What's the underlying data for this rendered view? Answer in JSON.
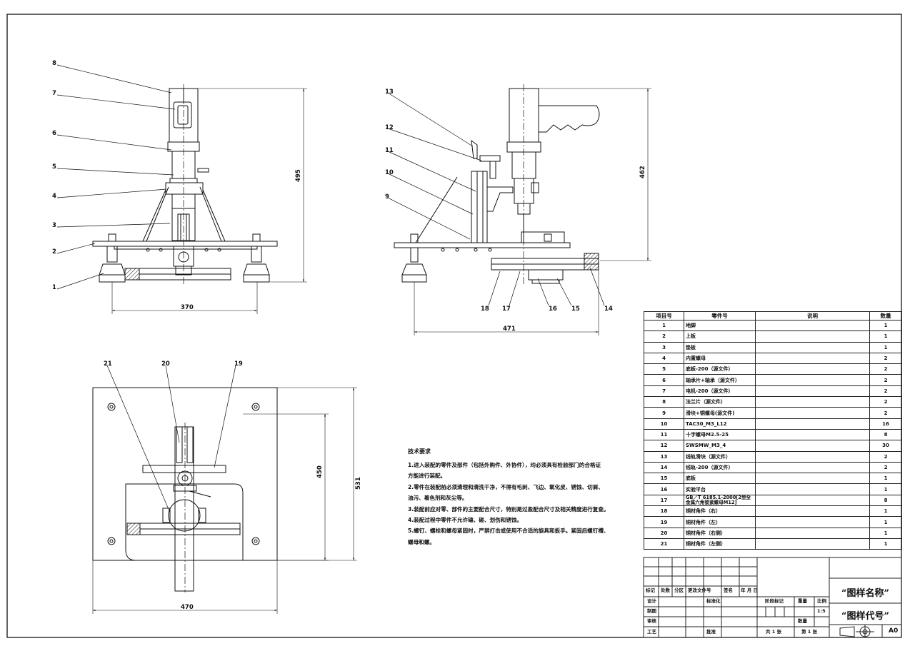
{
  "balloons": {
    "b1": "1",
    "b2": "2",
    "b3": "3",
    "b4": "4",
    "b5": "5",
    "b6": "6",
    "b7": "7",
    "b8": "8",
    "b9": "9",
    "b10": "10",
    "b11": "11",
    "b12": "12",
    "b13": "13",
    "b14": "14",
    "b15": "15",
    "b16": "16",
    "b17": "17",
    "b18": "18",
    "b19": "19",
    "b20": "20",
    "b21": "21"
  },
  "dimensions": {
    "front_height": "495",
    "front_width": "370",
    "side_height": "462",
    "side_width": "471",
    "top_width": "470",
    "top_height_outer": "531",
    "top_height_inner": "450"
  },
  "tech": {
    "title": "技术要求",
    "items": [
      "1.进入装配的零件及部件（包括外购件、外协件），均必须具有检验部门的合格证",
      "方能进行装配。",
      "2.零件在装配前必须清理和清洗干净，不得有毛刺、飞边、氧化皮、锈蚀、切屑、",
      "油污、着色剂和灰尘等。",
      "3.装配前应对零、部件的主要配合尺寸，特别是过盈配合尺寸及相关精度进行复查。",
      "4.装配过程中零件不允许磕、碰、划伤和锈蚀。",
      "5.螺钉、螺栓和螺母紧固时，严禁打击或使用不合适的旋具和扳手。紧固后螺钉槽、",
      "螺母和螺。"
    ]
  },
  "bom": {
    "headers": [
      "项目号",
      "零件号",
      "说明",
      "数量"
    ],
    "rows": [
      {
        "no": "1",
        "part": "地脚",
        "desc": "",
        "qty": "1"
      },
      {
        "no": "2",
        "part": "上板",
        "desc": "",
        "qty": "1"
      },
      {
        "no": "3",
        "part": "垫板",
        "desc": "",
        "qty": "1"
      },
      {
        "no": "4",
        "part": "内置螺母",
        "desc": "",
        "qty": "2"
      },
      {
        "no": "5",
        "part": "底板-200（源文件）",
        "desc": "",
        "qty": "2"
      },
      {
        "no": "6",
        "part": "轴承片+轴承（源文件）",
        "desc": "",
        "qty": "2"
      },
      {
        "no": "7",
        "part": "电机-200（源文件）",
        "desc": "",
        "qty": "2"
      },
      {
        "no": "8",
        "part": "法兰片（源文件）",
        "desc": "",
        "qty": "2"
      },
      {
        "no": "9",
        "part": "滑块+铜螺母(源文件)",
        "desc": "",
        "qty": "2"
      },
      {
        "no": "10",
        "part": "TAC30_M3_L12",
        "desc": "",
        "qty": "16"
      },
      {
        "no": "11",
        "part": "十字螺母M2.5-25",
        "desc": "",
        "qty": "8"
      },
      {
        "no": "12",
        "part": "SWSMW_M3_4",
        "desc": "",
        "qty": "30"
      },
      {
        "no": "13",
        "part": "线轨滑块（源文件）",
        "desc": "",
        "qty": "2"
      },
      {
        "no": "14",
        "part": "线轨-200（源文件）",
        "desc": "",
        "qty": "2"
      },
      {
        "no": "15",
        "part": "底板",
        "desc": "",
        "qty": "1"
      },
      {
        "no": "16",
        "part": "实验平台",
        "desc": "",
        "qty": "1"
      },
      {
        "no": "17",
        "part": "GB／T 6185.1-2000[2型全金属六角锁紧螺母M12]",
        "desc": "",
        "qty": "8"
      },
      {
        "no": "18",
        "part": "铜材角件（右）",
        "desc": "",
        "qty": "1"
      },
      {
        "no": "19",
        "part": "铜材角件（左）",
        "desc": "",
        "qty": "1"
      },
      {
        "no": "20",
        "part": "铜材角件（右侧）",
        "desc": "",
        "qty": "1"
      },
      {
        "no": "21",
        "part": "铜材角件（左侧）",
        "desc": "",
        "qty": "1"
      }
    ]
  },
  "titleblock": {
    "marks": [
      "标记",
      "处数",
      "分区",
      "更改文件号",
      "签名",
      "年 月 日"
    ],
    "design": "设计",
    "standard": "标准化",
    "draw": "制图",
    "review": "审核",
    "process": "工艺",
    "approve": "批准",
    "stage": "阶段标记",
    "weight": "重量",
    "scale_label": "比例",
    "scale": "1:5",
    "count": "数量",
    "sheets": "共 1 张",
    "sheet": "第 1 张",
    "name": "“图样名称”",
    "code": "“图样代号”",
    "size": "A0"
  }
}
